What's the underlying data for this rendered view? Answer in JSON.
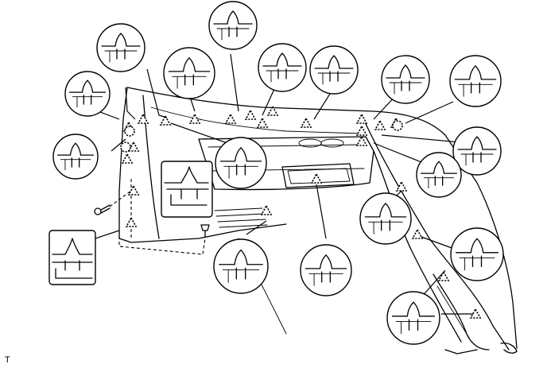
{
  "figure": {
    "corner_mark": "T",
    "colors": {
      "line": "#000000",
      "background": "#ffffff"
    },
    "component": "rear-quarter-trim-panel",
    "clip_symbol": "dashed-triangle-clip-icon",
    "callout_count": 17,
    "clip_marker_count": 24
  }
}
